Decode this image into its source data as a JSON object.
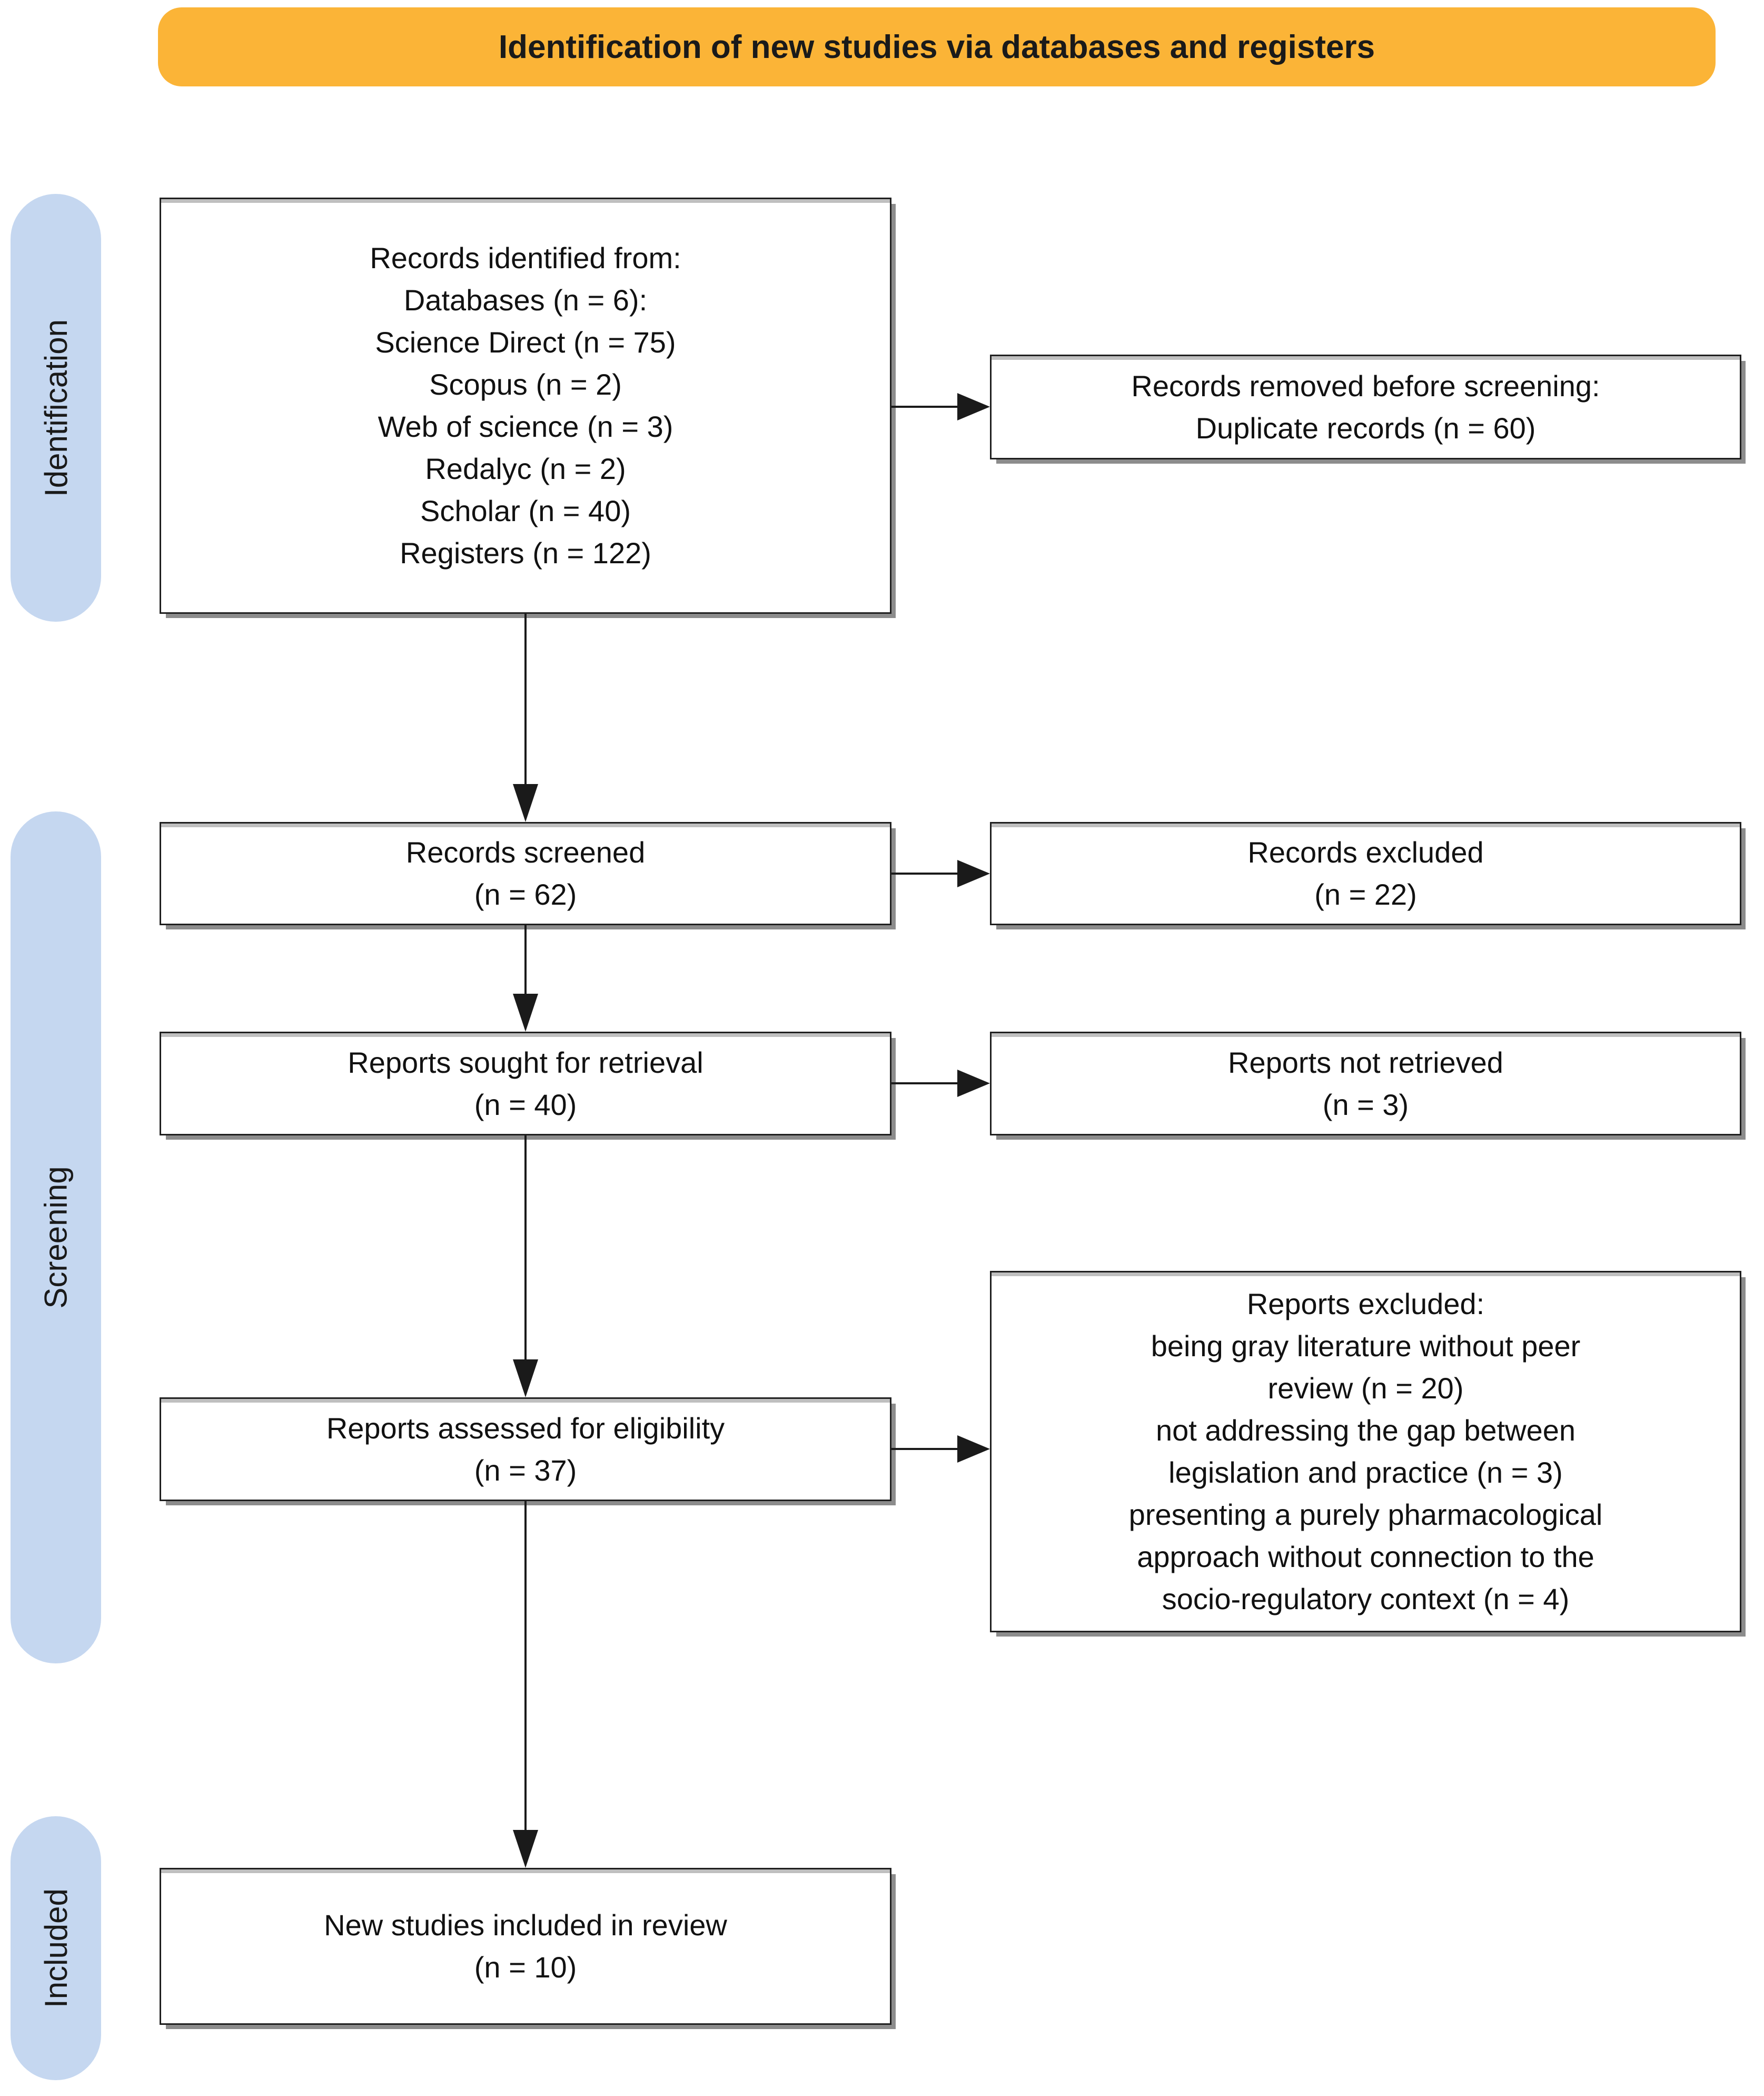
{
  "banner": {
    "title": "Identification of new studies via databases and registers"
  },
  "stages": {
    "identification": "Identification",
    "screening": "Screening",
    "included": "Included"
  },
  "boxes": {
    "records_identified": {
      "lines": [
        "Records identified from:",
        "Databases (n = 6):",
        "Science Direct (n = 75)",
        "Scopus (n = 2)",
        "Web of science (n = 3)",
        "Redalyc (n = 2)",
        "Scholar (n = 40)",
        "Registers (n = 122)"
      ]
    },
    "records_removed": {
      "lines": [
        "Records removed before screening:",
        "Duplicate records (n = 60)"
      ]
    },
    "records_screened": {
      "lines": [
        "Records screened",
        "(n = 62)"
      ]
    },
    "records_excluded": {
      "lines": [
        "Records excluded",
        "(n = 22)"
      ]
    },
    "reports_sought": {
      "lines": [
        "Reports sought for retrieval",
        "(n = 40)"
      ]
    },
    "reports_not_retrieved": {
      "lines": [
        "Reports not retrieved",
        "(n = 3)"
      ]
    },
    "reports_assessed": {
      "lines": [
        "Reports assessed for eligibility",
        "(n = 37)"
      ]
    },
    "reports_excluded": {
      "lines": [
        "Reports excluded:",
        "being gray literature without peer",
        "review (n = 20)",
        "not addressing the gap between",
        "legislation and practice (n = 3)",
        "presenting a purely pharmacological",
        "approach without connection to the",
        "socio-regulatory context (n = 4)"
      ]
    },
    "new_studies": {
      "lines": [
        "New studies included in review",
        "(n = 10)"
      ]
    }
  },
  "colors": {
    "banner-bg": "#FBB437",
    "stage-bg": "#C5D7F0",
    "box-border": "#1f1f1f",
    "arrow": "#1a1a1a",
    "shadow": "#8c8c8c",
    "text": "#111111"
  }
}
